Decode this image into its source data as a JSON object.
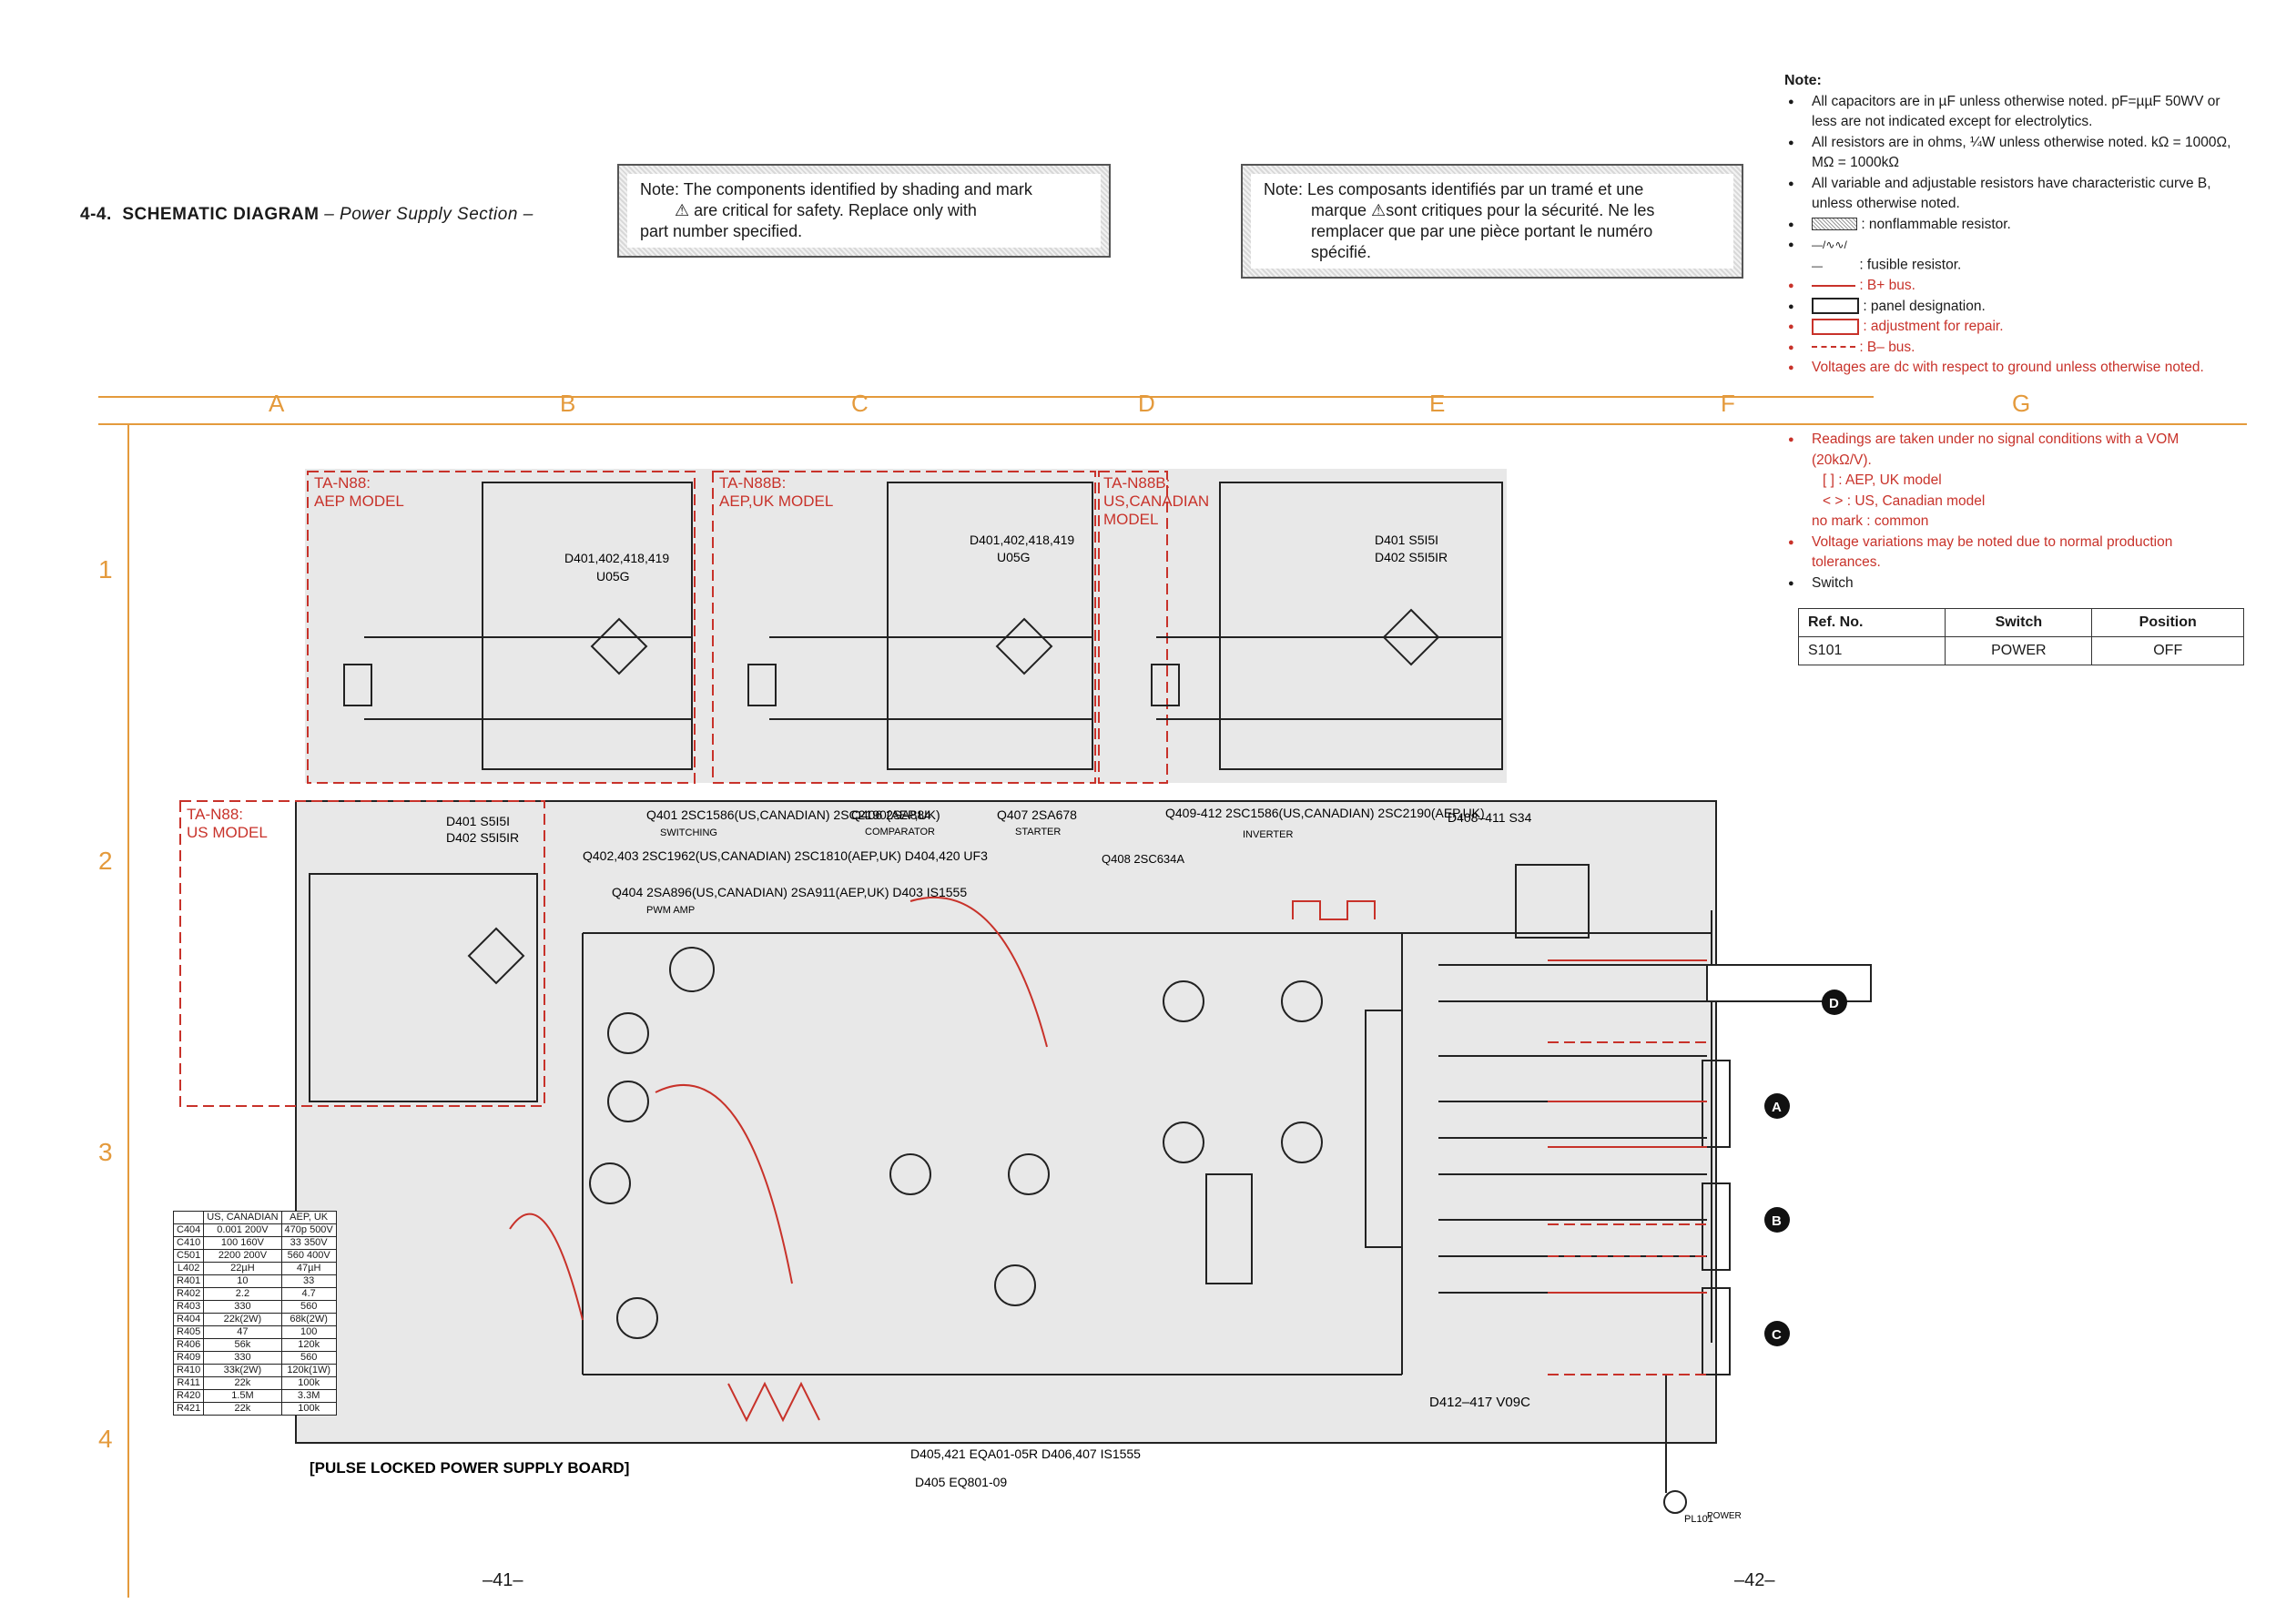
{
  "header": {
    "section": "4-4.",
    "title": "SCHEMATIC DIAGRAM",
    "subtitle": "– Power Supply Section –"
  },
  "note_en": {
    "line1": "Note: The components identified by shading and mark",
    "line2": "are critical for safety.  Replace only with",
    "line3": "part number specified."
  },
  "note_fr": {
    "line1": "Note: Les composants identifiés  par un tramé et une",
    "line2": "marque",
    "line2b": "sont critiques pour la sécurité.  Ne les",
    "line3": "remplacer que par une pièce portant le numéro",
    "line4": "spécifié."
  },
  "notes": {
    "heading": "Note:",
    "items": [
      "All capacitors are in µF unless otherwise noted. pF=µµF 50WV or less are not indicated except for electrolytics.",
      "All resistors are in ohms, ¼W unless otherwise noted. kΩ = 1000Ω, MΩ = 1000kΩ",
      "All variable and adjustable resistors have characteristic curve B, unless otherwise noted.",
      ": nonflammable resistor.",
      ": fusible resistor."
    ],
    "legend": [
      {
        "text": ": B+ bus.",
        "red": true
      },
      {
        "text": ": panel designation.",
        "red": false
      },
      {
        "text": ": adjustment for repair.",
        "red": true
      },
      {
        "text": ": B– bus.",
        "red": true
      }
    ],
    "voltages": "Voltages are dc with respect to ground unless otherwise noted.",
    "readings": "Readings are taken under no signal conditions with a VOM (20kΩ/V).",
    "aep": "[      ] : AEP, UK model",
    "us": "<      > : US, Canadian model",
    "common": "no mark : common",
    "variations": "Voltage variations may be noted due to normal production tolerances.",
    "switch": "Switch"
  },
  "switch_table": {
    "headers": [
      "Ref. No.",
      "Switch",
      "Position"
    ],
    "rows": [
      [
        "S101",
        "POWER",
        "OFF"
      ]
    ]
  },
  "grid": {
    "columns": [
      "A",
      "B",
      "C",
      "D",
      "E",
      "F",
      "G"
    ],
    "rows": [
      "1",
      "2",
      "3",
      "4"
    ]
  },
  "blocks": {
    "aep": {
      "model": "TA-N88:",
      "model2": "AEP MODEL",
      "diodes": "D401,402,418,419",
      "part": "U05G"
    },
    "aepuk": {
      "model": "TA-N88B:",
      "model2": "AEP,UK MODEL",
      "diodes": "D401,402,418,419",
      "part": "U05G"
    },
    "uscan": {
      "model": "TA-N88B:",
      "model2": "US,CANADIAN",
      "model3": "MODEL",
      "d1": "D401  S5I5I",
      "d2": "D402  S5I5IR"
    },
    "us": {
      "model": "TA-N88:",
      "model2": "US MODEL",
      "d1": "D401  S5I5I",
      "d2": "D402  S5I5IR"
    }
  },
  "main_labels": {
    "q401": "Q401 2SC1586(US,CANADIAN) 2SC2190(AEP,UK)",
    "switching": "SWITCHING",
    "q406": "Q406  2SA884",
    "comparator": "COMPARATOR",
    "q407": "Q407  2SA678",
    "starter": "STARTER",
    "q409": "Q409-412  2SC1586(US,CANADIAN) 2SC2190(AEP,UK)",
    "inverter": "INVERTER",
    "d408": "D408–411  S34",
    "q402": "Q402,403 2SC1962(US,CANADIAN) 2SC1810(AEP,UK)  D404,420  UF3",
    "q404": "Q404 2SA896(US,CANADIAN) 2SA911(AEP,UK)  D403  IS1555",
    "pwm": "PWM AMP",
    "q408": "Q408  2SC634A",
    "board": "[PULSE LOCKED POWER SUPPLY BOARD]",
    "d405": "D405,421  EQA01-05R  D406,407  IS1555",
    "d405b": "D405  EQ801-09",
    "d412": "D412–417  V09C",
    "out_a": "A",
    "out_b": "B",
    "out_c": "C",
    "out_d": "D",
    "pl101": "PL101",
    "power": "POWER"
  },
  "comp_table": {
    "headers": [
      "",
      "US, CANADIAN",
      "AEP, UK"
    ],
    "rows": [
      [
        "C404",
        "0.001 200V",
        "470p 500V"
      ],
      [
        "C410",
        "100 160V",
        "33 350V"
      ],
      [
        "C501",
        "2200 200V",
        "560 400V"
      ],
      [
        "L402",
        "22µH",
        "47µH"
      ],
      [
        "R401",
        "10",
        "33"
      ],
      [
        "R402",
        "2.2",
        "4.7"
      ],
      [
        "R403",
        "330",
        "560"
      ],
      [
        "R404",
        "22k(2W)",
        "68k(2W)"
      ],
      [
        "R405",
        "47",
        "100"
      ],
      [
        "R406",
        "56k",
        "120k"
      ],
      [
        "R409",
        "330",
        "560"
      ],
      [
        "R410",
        "33k(2W)",
        "120k(1W)"
      ],
      [
        "R411",
        "22k",
        "100k"
      ],
      [
        "R420",
        "1.5M",
        "3.3M"
      ],
      [
        "R421",
        "22k",
        "100k"
      ]
    ]
  },
  "pages": {
    "left": "–41–",
    "right": "–42–"
  },
  "colors": {
    "red": "#c8322a",
    "grid": "#e49a3c",
    "shade": "#e6e6e6"
  }
}
